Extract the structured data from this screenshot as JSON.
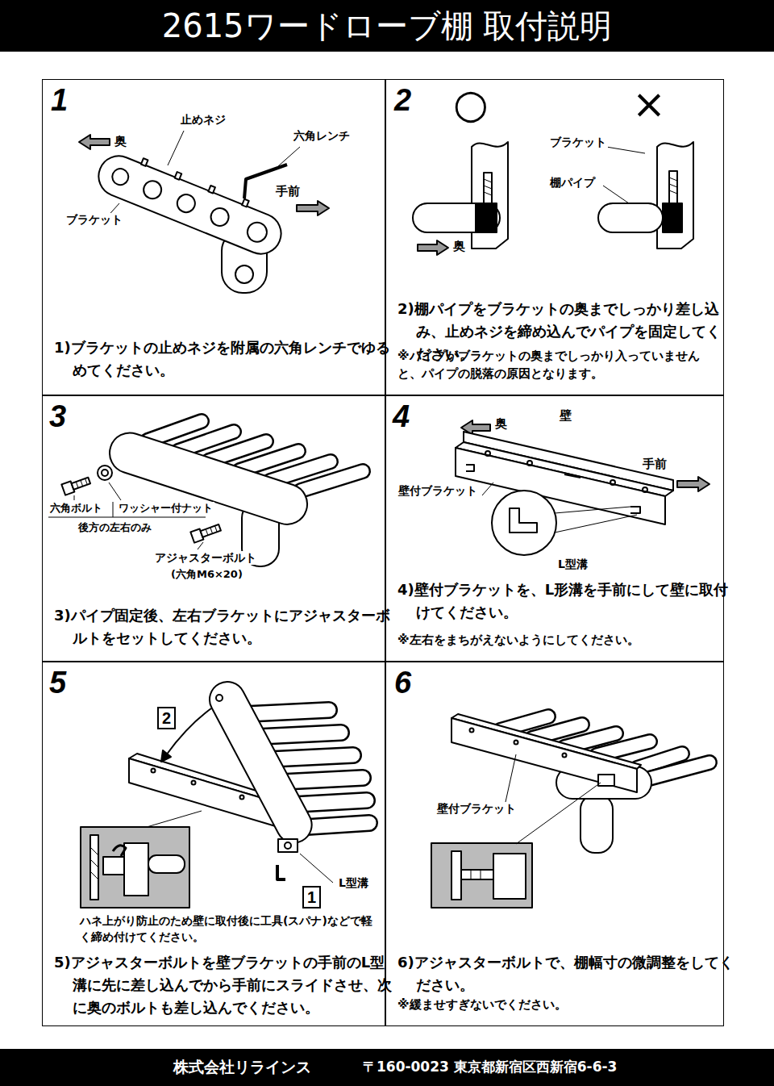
{
  "diagram": {
    "title": "2615ワードローブ棚 取付説明",
    "nodes": [
      {
        "text": [
          "1",
          "1)ブラケットの止めネジを附属の六角レンチでゆるめてください。"
        ]
      },
      {
        "text": [
          "2",
          "2)棚パイプをブラケットの奥までしっかり差し込み、止めネジを締め込んでパイプを固定してください。",
          "※パイプがブラケットの奥までしっかり入っていませんと、パイプの脱落の原因となります。"
        ]
      },
      {
        "text": [
          "3",
          "3)パイプ固定後、左右ブラケットにアジャスターボルトをセットしてください。"
        ]
      },
      {
        "text": [
          "4",
          "4)壁付ブラケットを、L形溝を手前にして壁に取付けてください。",
          "※左右をまちがえないようにしてください。"
        ]
      },
      {
        "text": [
          "5",
          "ハネ上がり防止のため壁に取付後に工具(スパナ)などで軽く締め付けてください。",
          "5)アジャスターボルトを壁ブラケットの手前のL型溝に先に差し込んでから手前にスライドさせ、次に奥のボルトも差し込んでください。"
        ]
      },
      {
        "text": [
          "6",
          "6)アジャスターボルトで、棚幅寸の微調整をしてください。",
          "※緩ませすぎないでください。"
        ]
      },
      {
        "text": [
          "株式会社リラインス",
          "〒160-0023 東京都新宿区西新宿6-6-3"
        ]
      }
    ],
    "labels": [
      "止めネジ",
      "奥",
      "六角レンチ",
      "手前",
      "ブラケット",
      "○",
      "×",
      "ブラケット",
      "棚パイプ",
      "奥",
      "六角ボルト",
      "ワッシャー付ナット",
      "後方の左右のみ",
      "アジャスターボルト",
      "(六角M6×20)",
      "奥",
      "壁",
      "手前",
      "壁付ブラケット",
      "L型溝",
      "2",
      "1",
      "L型溝",
      "壁付ブラケット"
    ]
  }
}
